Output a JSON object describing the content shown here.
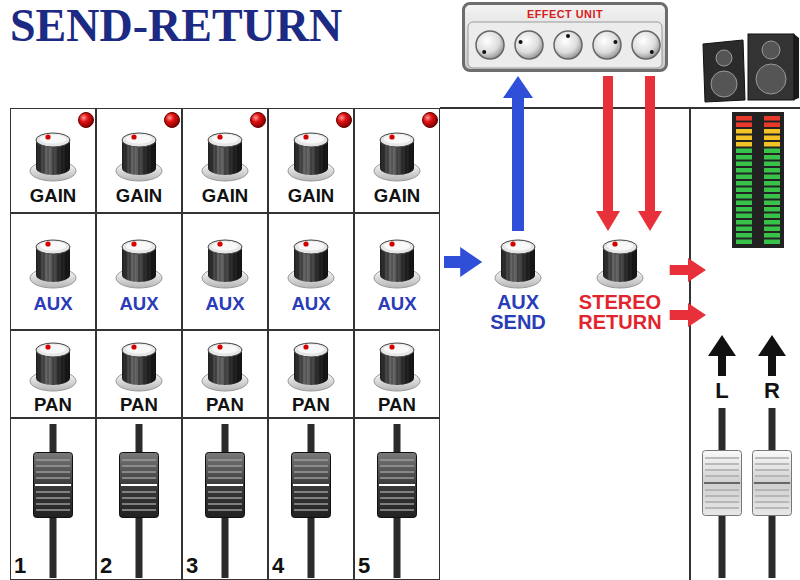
{
  "diagram": {
    "title": "SEND-RETURN",
    "nodes": [
      {
        "text": [
          "EFFECT UNIT"
        ]
      },
      {
        "text": [
          "GAIN"
        ]
      },
      {
        "text": [
          "GAIN"
        ]
      },
      {
        "text": [
          "GAIN"
        ]
      },
      {
        "text": [
          "GAIN"
        ]
      },
      {
        "text": [
          "GAIN"
        ]
      },
      {
        "text": [
          "AUX"
        ]
      },
      {
        "text": [
          "AUX"
        ]
      },
      {
        "text": [
          "AUX"
        ]
      },
      {
        "text": [
          "AUX"
        ]
      },
      {
        "text": [
          "AUX"
        ]
      },
      {
        "text": [
          "PAN"
        ]
      },
      {
        "text": [
          "PAN"
        ]
      },
      {
        "text": [
          "PAN"
        ]
      },
      {
        "text": [
          "PAN"
        ]
      },
      {
        "text": [
          "PAN"
        ]
      },
      {
        "text": [
          "1"
        ]
      },
      {
        "text": [
          "2"
        ]
      },
      {
        "text": [
          "3"
        ]
      },
      {
        "text": [
          "4"
        ]
      },
      {
        "text": [
          "5"
        ]
      },
      {
        "text": [
          "AUX SEND"
        ]
      },
      {
        "text": [
          "STEREO RETURN"
        ]
      },
      {
        "text": [
          "L",
          "R"
        ]
      }
    ],
    "edges": [
      {
        "from": 10,
        "to": 21,
        "arrow": "to"
      },
      {
        "from": 21,
        "to": 0,
        "arrow": "to"
      },
      {
        "from": 0,
        "to": 22,
        "arrow": "to"
      },
      {
        "from": 0,
        "to": 22,
        "arrow": "to"
      },
      {
        "from": 22,
        "to": 23,
        "arrow": "to"
      },
      {
        "from": 22,
        "to": 23,
        "arrow": "to"
      }
    ]
  }
}
